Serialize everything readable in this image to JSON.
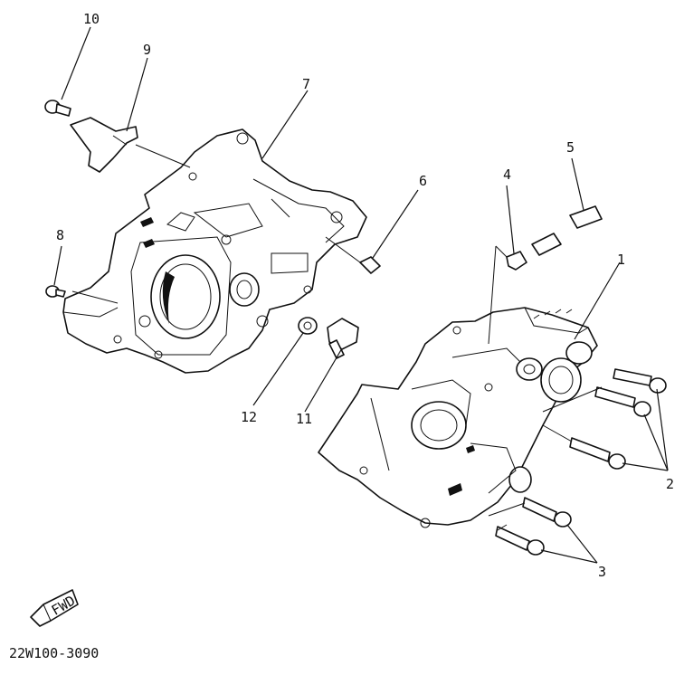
{
  "diagram": {
    "callouts": [
      {
        "id": "1",
        "text": "1"
      },
      {
        "id": "2",
        "text": "2"
      },
      {
        "id": "3",
        "text": "3"
      },
      {
        "id": "4",
        "text": "4"
      },
      {
        "id": "5",
        "text": "5"
      },
      {
        "id": "6",
        "text": "6"
      },
      {
        "id": "7",
        "text": "7"
      },
      {
        "id": "8",
        "text": "8"
      },
      {
        "id": "9",
        "text": "9"
      },
      {
        "id": "10",
        "text": "10"
      },
      {
        "id": "11",
        "text": "11"
      },
      {
        "id": "12",
        "text": "12"
      }
    ],
    "fwd_label": "FWD",
    "drawing_code": "22W100-3090"
  }
}
